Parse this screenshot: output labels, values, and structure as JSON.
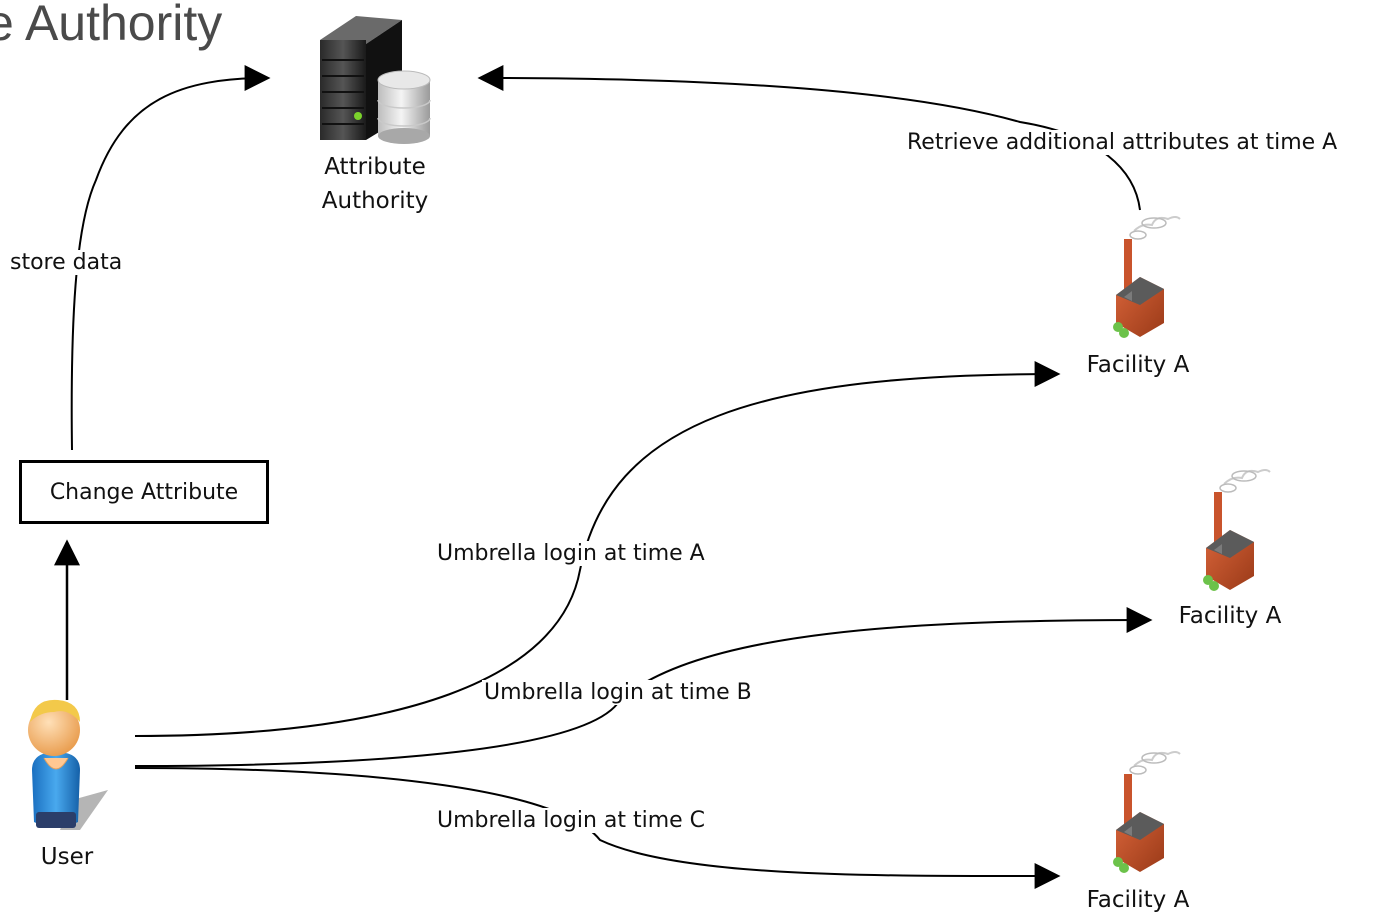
{
  "header": {
    "title": "e Authority"
  },
  "nodes": {
    "attribute_authority": {
      "line1": "Attribute",
      "line2": "Authority"
    },
    "change_attribute": "Change Attribute",
    "user": "User",
    "facility_top": "Facility A",
    "facility_middle": "Facility A",
    "facility_bottom": "Facility A"
  },
  "edges": {
    "store_data": "store data",
    "retrieve": "Retrieve additional attributes at time A",
    "login_a": "Umbrella login at time A",
    "login_b": "Umbrella login at time B",
    "login_c": "Umbrella login at time C"
  }
}
